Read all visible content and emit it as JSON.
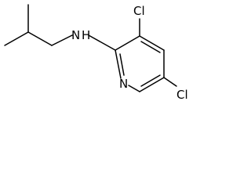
{
  "molecule": {
    "atoms": {
      "cl_top": "Cl",
      "cl_right": "Cl",
      "amine": "N",
      "amine_h": "H",
      "ring_n": "N"
    }
  }
}
